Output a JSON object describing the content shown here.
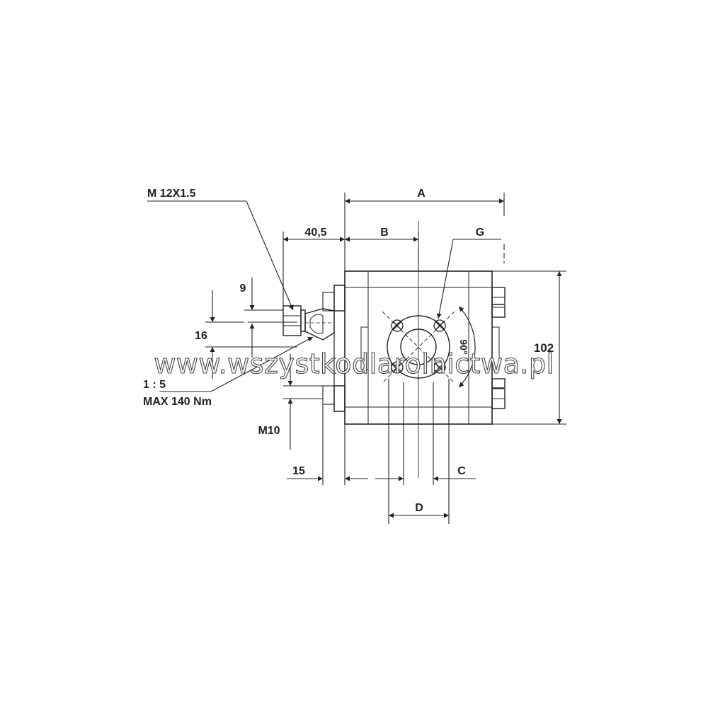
{
  "drawing": {
    "labels": {
      "thread_port": "M 12X1.5",
      "dim_a": "A",
      "dim_b": "B",
      "dim_c": "C",
      "dim_d": "D",
      "dim_g": "G",
      "dim_40_5": "40,5",
      "dim_9": "9",
      "dim_16": "16",
      "dim_102": "102",
      "dim_15": "15",
      "angle": "90°",
      "taper": "1 : 5",
      "torque": "MAX 140 Nm",
      "bolt": "M10"
    },
    "watermark": "www.wszystkodlarolnictwa.pl",
    "colors": {
      "line": "#222222",
      "background": "#ffffff"
    }
  }
}
